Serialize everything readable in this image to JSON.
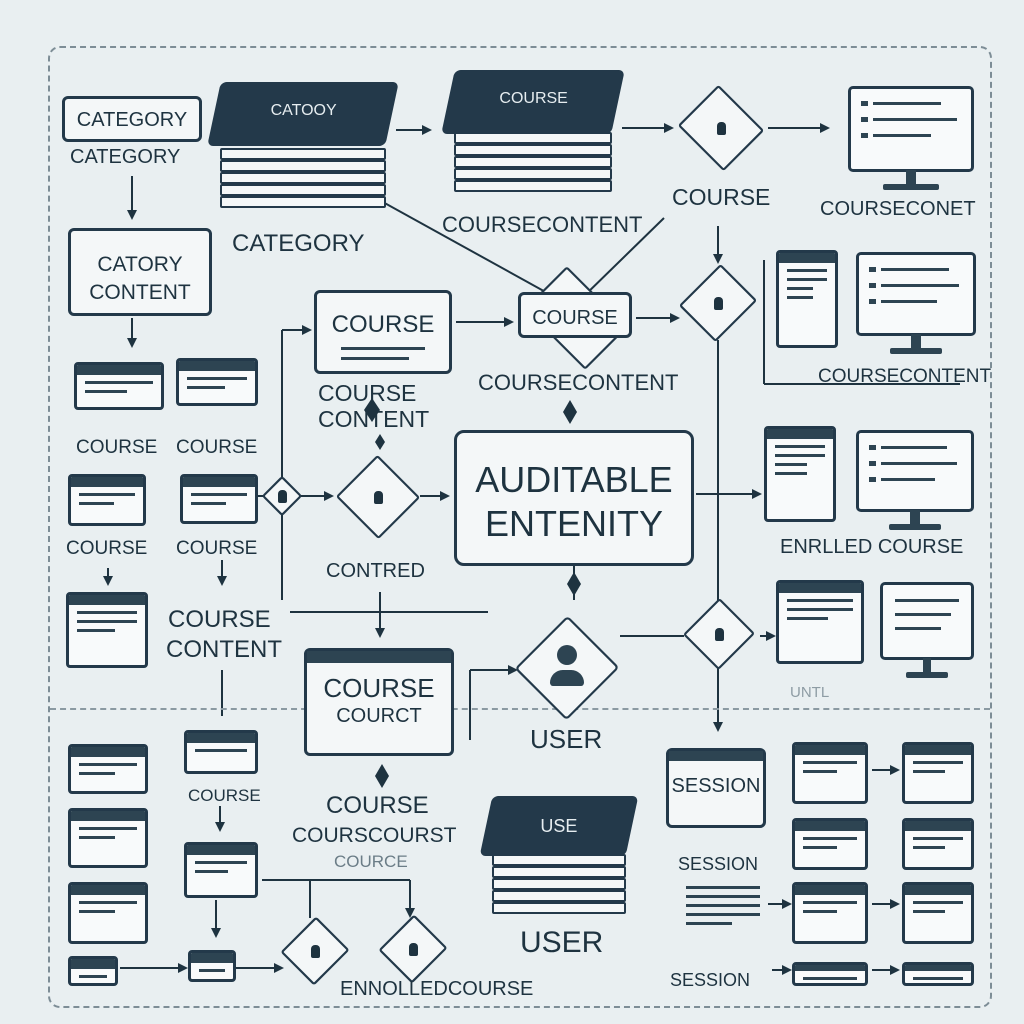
{
  "labels": {
    "category_box": "CATEGORY",
    "category_sub": "CATEGORY",
    "category_stack": "CATOOY",
    "category_caption": "CATEGORY",
    "course_stack": "COURSE",
    "coursecontent_top": "COURSECONTENT",
    "course_top_right": "COURSE",
    "coursecontent_top_right": "COURSECONET",
    "category_content_line1": "CATORY",
    "category_content_line2": "CONTENT",
    "course_box_mid": "COURSE",
    "course_box_small": "COURSE",
    "coursecontent_mid": "COURSECONTENT",
    "course_content_mid_line1": "COURSE",
    "course_content_mid_line2": "CONTENT",
    "coursecontent_right": "COURSECONTENT",
    "course_left_a": "COURSE",
    "course_left_b": "COURSE",
    "course_left_c": "COURSE",
    "course_left_d": "COURSE",
    "auditable_line1": "AUDITABLE",
    "auditable_line2": "ENTENITY",
    "enrolled_course_right": "ENRLLED COURSE",
    "contred": "CONTRED",
    "course_content_left_line1": "COURSE",
    "course_content_left_line2": "CONTENT",
    "course_court_line1": "COURSE",
    "course_court_line2": "COURCT",
    "user_mid": "USER",
    "unl": "UNTL",
    "course_bottom_line1": "COURSE",
    "course_bottom_line2": "COURSCOURST",
    "course_bottom_line3": "COURCE",
    "use_stack": "USE",
    "user_bottom": "USER",
    "session_box": "SESSION",
    "session_mid": "SESSION",
    "session_bottom": "SESSION",
    "ourse_small": "COURSE",
    "enrolledcourse_bottom": "ENNOLLEDCOURSE"
  },
  "icons": {
    "lock": "lock-icon",
    "user": "user-icon",
    "monitor": "monitor-icon",
    "window": "window-icon",
    "book_stack": "book-stack-icon"
  },
  "colors": {
    "background": "#e9eff1",
    "ink": "#23394a"
  }
}
